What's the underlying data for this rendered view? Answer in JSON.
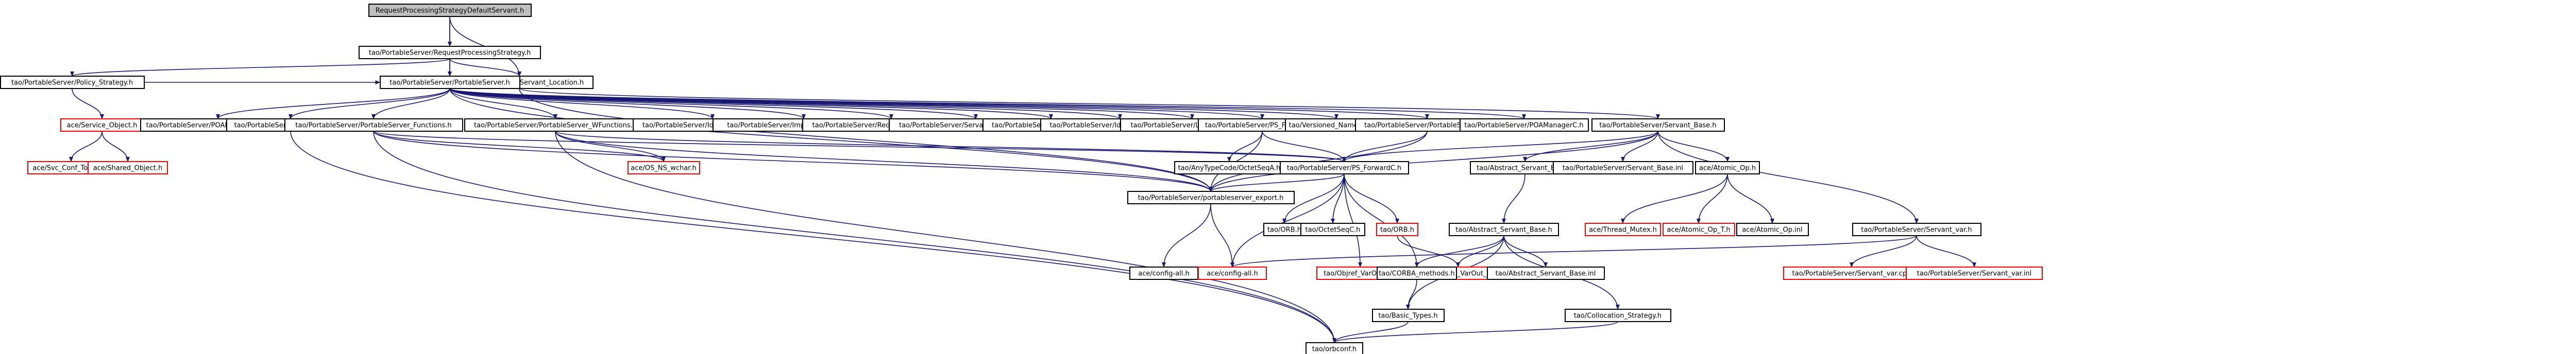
{
  "colors": {
    "root_fill": "#bfbfbf",
    "node_stroke": "#000000",
    "missing_stroke": "#ff0000",
    "text": "#000000",
    "edge": "#191970",
    "background": "#ffffff"
  },
  "nodes": [
    {
      "id": "root",
      "label": "RequestProcessingStrategyDefaultServant.h",
      "kind": "root"
    },
    {
      "id": "rps",
      "label": "tao/PortableServer/RequestProcessingStrategy.h",
      "kind": "normal"
    },
    {
      "id": "policy_strategy",
      "label": "tao/PortableServer/Policy_Strategy.h",
      "kind": "normal"
    },
    {
      "id": "servant_location",
      "label": "tao/PortableServer/Servant_Location.h",
      "kind": "normal"
    },
    {
      "id": "portableserver",
      "label": "tao/PortableServer/PortableServer.h",
      "kind": "normal"
    },
    {
      "id": "service_object",
      "label": "ace/Service_Object.h",
      "kind": "missing"
    },
    {
      "id": "svc_conf_tokens",
      "label": "ace/Svc_Conf_Tokens.h",
      "kind": "missing"
    },
    {
      "id": "shared_object",
      "label": "ace/Shared_Object.h",
      "kind": "missing"
    },
    {
      "id": "poamanagerfactoryc",
      "label": "tao/PortableServer/POAManagerFactoryC.h",
      "kind": "normal"
    },
    {
      "id": "ps_currentc",
      "label": "tao/PortableServer/PS_CurrentC.h",
      "kind": "normal"
    },
    {
      "id": "ps_functions",
      "label": "tao/PortableServer/PortableServer_Functions.h",
      "kind": "normal"
    },
    {
      "id": "ps_wfunctions",
      "label": "tao/PortableServer/PortableServer_WFunctions.h",
      "kind": "normal"
    },
    {
      "id": "iduniq",
      "label": "tao/PortableServer/IdUniquenessPolicyA.h",
      "kind": "normal"
    },
    {
      "id": "implicitact",
      "label": "tao/PortableServer/ImplicitActivationPolicyA.h",
      "kind": "normal"
    },
    {
      "id": "reqproc",
      "label": "tao/PortableServer/RequestProcessingPolicyA.h",
      "kind": "normal"
    },
    {
      "id": "servantret",
      "label": "tao/PortableServer/ServantRetentionPolicyA.h",
      "kind": "normal"
    },
    {
      "id": "threadpol",
      "label": "tao/PortableServer/ThreadPolicyA.h",
      "kind": "normal"
    },
    {
      "id": "idassign",
      "label": "tao/PortableServer/IdAssignmentPolicyA.h",
      "kind": "normal"
    },
    {
      "id": "lifespan",
      "label": "tao/PortableServer/LifespanPolicyA.h",
      "kind": "normal"
    },
    {
      "id": "ps_forwarda",
      "label": "tao/PortableServer/PS_ForwardA.h",
      "kind": "normal"
    },
    {
      "id": "versioned_ns",
      "label": "tao/Versioned_Namespace.h",
      "kind": "normal"
    },
    {
      "id": "portableserverc",
      "label": "tao/PortableServer/PortableServerC.h",
      "kind": "normal"
    },
    {
      "id": "poamanagerc",
      "label": "tao/PortableServer/POAManagerC.h",
      "kind": "normal"
    },
    {
      "id": "servant_base",
      "label": "tao/PortableServer/Servant_Base.h",
      "kind": "normal"
    },
    {
      "id": "os_ns_wchar",
      "label": "ace/OS_NS_wchar.h",
      "kind": "missing"
    },
    {
      "id": "keytypecode",
      "label": "tao/AnyTypeCode/OctetSeqA.h",
      "kind": "normal"
    },
    {
      "id": "ps_forwardc",
      "label": "tao/PortableServer/PS_ForwardC.h",
      "kind": "normal"
    },
    {
      "id": "abstract_sb_top",
      "label": "tao/Abstract_Servant_Base.h",
      "kind": "normal"
    },
    {
      "id": "servant_base_inl",
      "label": "tao/PortableServer/Servant_Base.inl",
      "kind": "normal"
    },
    {
      "id": "atomic_op",
      "label": "ace/Atomic_Op.h",
      "kind": "normal"
    },
    {
      "id": "servant_var",
      "label": "tao/PortableServer/Servant_var.h",
      "kind": "normal"
    },
    {
      "id": "export",
      "label": "tao/PortableServer/portableserver_export.h",
      "kind": "normal"
    },
    {
      "id": "orb_h",
      "label": "tao/ORB.h",
      "kind": "normal"
    },
    {
      "id": "octetseqc",
      "label": "tao/OctetSeqC.h",
      "kind": "normal"
    },
    {
      "id": "orb_missing",
      "label": "tao/ORB.h",
      "kind": "missing"
    },
    {
      "id": "abstract_sb",
      "label": "tao/Abstract_Servant_Base.h",
      "kind": "normal"
    },
    {
      "id": "thread_mutex",
      "label": "ace/Thread_Mutex.h",
      "kind": "missing"
    },
    {
      "id": "atomic_op_t",
      "label": "ace/Atomic_Op_T.h",
      "kind": "missing"
    },
    {
      "id": "atomic_op_inl",
      "label": "ace/Atomic_Op.inl",
      "kind": "normal"
    },
    {
      "id": "servant_var_cpp",
      "label": "tao/PortableServer/Servant_var.cpp",
      "kind": "missing"
    },
    {
      "id": "servant_var_inl",
      "label": "tao/PortableServer/Servant_var.inl",
      "kind": "missing"
    },
    {
      "id": "pseudo_varout",
      "label": "tao/Pseudo_VarOut_T.h",
      "kind": "missing"
    },
    {
      "id": "objref_varout",
      "label": "tao/Objref_VarOut_T.h",
      "kind": "missing"
    },
    {
      "id": "corba_methods",
      "label": "tao/CORBA_methods.h",
      "kind": "normal"
    },
    {
      "id": "abstract_sb_inl",
      "label": "tao/Abstract_Servant_Base.inl",
      "kind": "normal"
    },
    {
      "id": "ace_config_all",
      "label": "ace/config-all.h",
      "kind": "normal"
    },
    {
      "id": "ace_config_missing",
      "label": "ace/config-all.h",
      "kind": "missing"
    },
    {
      "id": "collocation",
      "label": "tao/Collocation_Strategy.h",
      "kind": "normal"
    },
    {
      "id": "basic_types",
      "label": "tao/Basic_Types.h",
      "kind": "normal"
    },
    {
      "id": "orbconf",
      "label": "tao/orbconf.h",
      "kind": "normal"
    }
  ],
  "edges": [
    [
      "root",
      "rps"
    ],
    [
      "root",
      "servant_location"
    ],
    [
      "root",
      "portableserver"
    ],
    [
      "rps",
      "policy_strategy"
    ],
    [
      "rps",
      "portableserver"
    ],
    [
      "rps",
      "servant_location"
    ],
    [
      "policy_strategy",
      "service_object"
    ],
    [
      "policy_strategy",
      "portableserver"
    ],
    [
      "service_object",
      "svc_conf_tokens"
    ],
    [
      "service_object",
      "shared_object"
    ],
    [
      "servant_location",
      "servant_base"
    ],
    [
      "servant_location",
      "export"
    ],
    [
      "portableserver",
      "poamanagerfactoryc"
    ],
    [
      "portableserver",
      "ps_currentc"
    ],
    [
      "portableserver",
      "ps_functions"
    ],
    [
      "portableserver",
      "ps_wfunctions"
    ],
    [
      "portableserver",
      "iduniq"
    ],
    [
      "portableserver",
      "implicitact"
    ],
    [
      "portableserver",
      "reqproc"
    ],
    [
      "portableserver",
      "servantret"
    ],
    [
      "portableserver",
      "threadpol"
    ],
    [
      "portableserver",
      "idassign"
    ],
    [
      "portableserver",
      "lifespan"
    ],
    [
      "portableserver",
      "ps_forwarda"
    ],
    [
      "portableserver",
      "versioned_ns"
    ],
    [
      "portableserver",
      "portableserverc"
    ],
    [
      "portableserver",
      "poamanagerc"
    ],
    [
      "portableserver",
      "export"
    ],
    [
      "ps_functions",
      "os_ns_wchar"
    ],
    [
      "ps_functions",
      "export"
    ],
    [
      "ps_functions",
      "ps_forwardc"
    ],
    [
      "ps_functions",
      "orbconf"
    ],
    [
      "ps_wfunctions",
      "os_ns_wchar"
    ],
    [
      "ps_wfunctions",
      "export"
    ],
    [
      "ps_wfunctions",
      "ps_forwardc"
    ],
    [
      "ps_wfunctions",
      "orbconf"
    ],
    [
      "ps_forwarda",
      "keytypecode"
    ],
    [
      "ps_forwarda",
      "ps_forwardc"
    ],
    [
      "ps_forwarda",
      "export"
    ],
    [
      "portableserverc",
      "ps_forwardc"
    ],
    [
      "portableserverc",
      "export"
    ],
    [
      "servant_base",
      "abstract_sb_top"
    ],
    [
      "servant_base",
      "servant_base_inl"
    ],
    [
      "servant_base",
      "atomic_op"
    ],
    [
      "servant_base",
      "servant_var"
    ],
    [
      "servant_base",
      "ps_forwardc"
    ],
    [
      "servant_base",
      "export"
    ],
    [
      "ps_forwardc",
      "export"
    ],
    [
      "ps_forwardc",
      "orb_h"
    ],
    [
      "ps_forwardc",
      "octetseqc"
    ],
    [
      "ps_forwardc",
      "orb_missing"
    ],
    [
      "ps_forwardc",
      "objref_varout"
    ],
    [
      "ps_forwardc",
      "corba_methods"
    ],
    [
      "ps_forwardc",
      "ace_config_missing"
    ],
    [
      "abstract_sb_top",
      "abstract_sb"
    ],
    [
      "atomic_op",
      "thread_mutex"
    ],
    [
      "atomic_op",
      "atomic_op_t"
    ],
    [
      "atomic_op",
      "atomic_op_inl"
    ],
    [
      "servant_var",
      "servant_var_cpp"
    ],
    [
      "servant_var",
      "servant_var_inl"
    ],
    [
      "servant_var",
      "ace_config_missing"
    ],
    [
      "export",
      "ace_config_all"
    ],
    [
      "export",
      "ace_config_missing"
    ],
    [
      "orb_missing",
      "pseudo_varout"
    ],
    [
      "abstract_sb",
      "abstract_sb_inl"
    ],
    [
      "abstract_sb",
      "collocation"
    ],
    [
      "abstract_sb",
      "pseudo_varout"
    ],
    [
      "abstract_sb",
      "corba_methods"
    ],
    [
      "abstract_sb",
      "basic_types"
    ],
    [
      "corba_methods",
      "basic_types"
    ],
    [
      "basic_types",
      "orbconf"
    ],
    [
      "collocation",
      "orbconf"
    ],
    [
      "ps_currentc",
      "orbconf"
    ]
  ]
}
